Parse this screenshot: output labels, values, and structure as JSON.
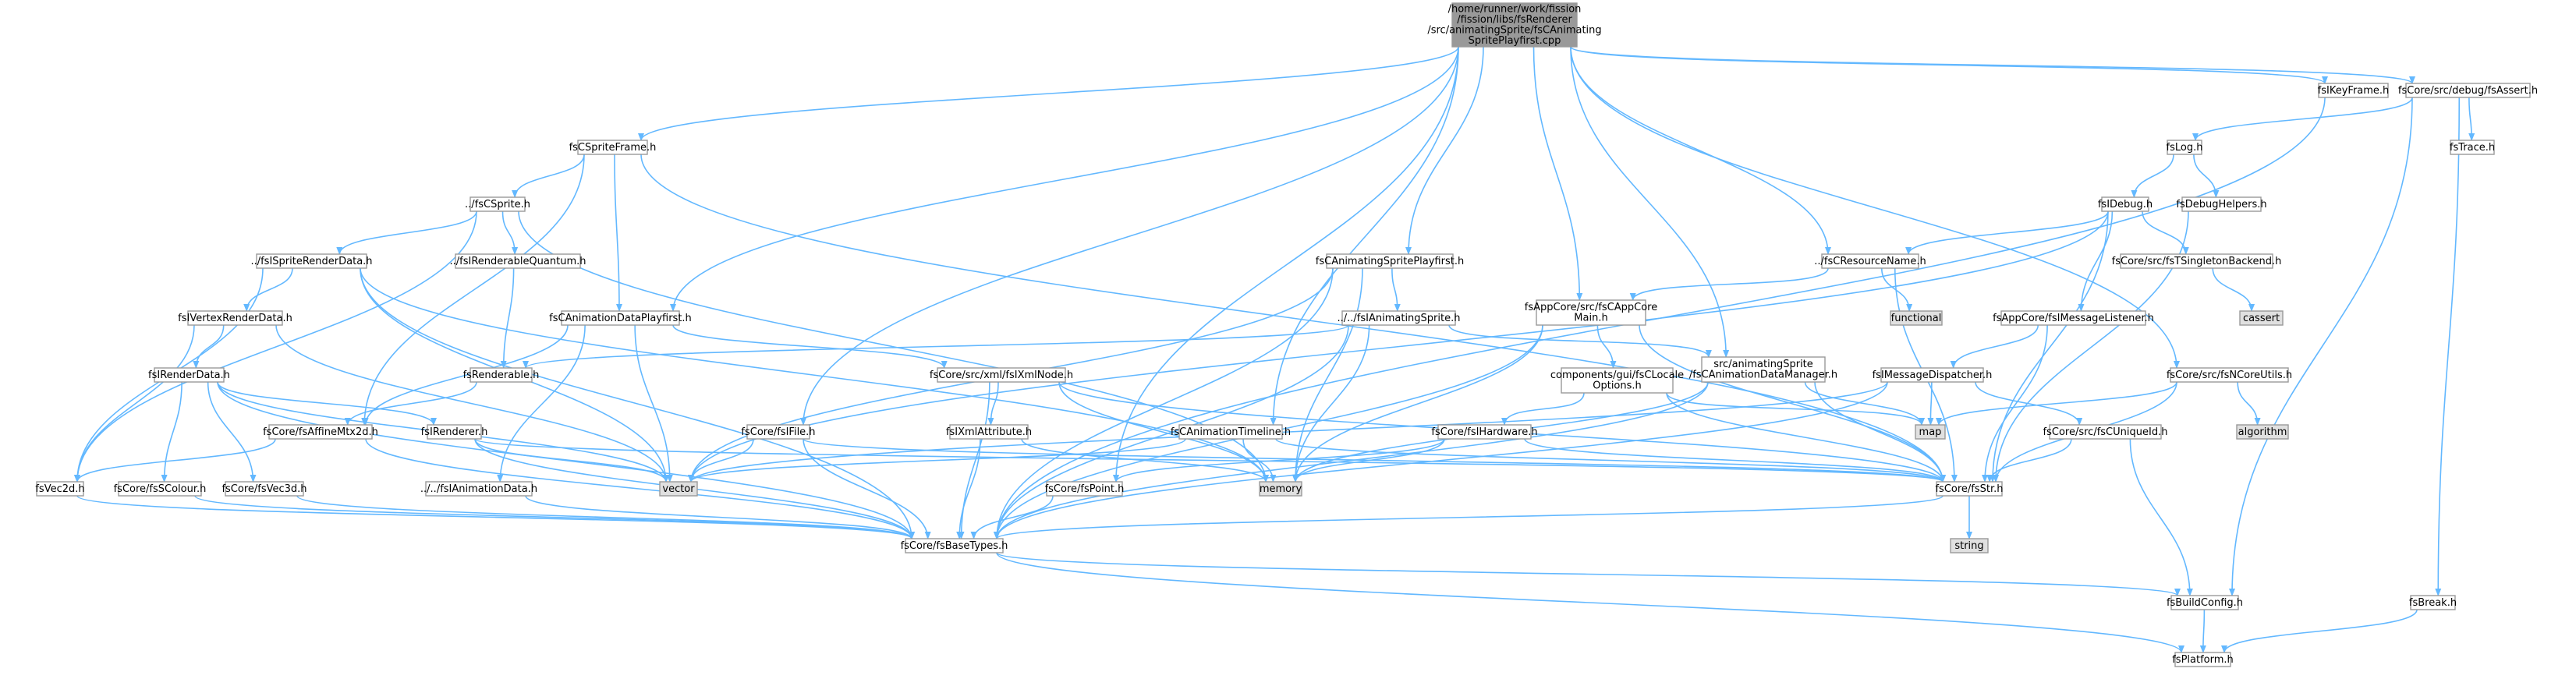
{
  "diagram": {
    "type": "include-dependency-graph",
    "colors": {
      "root_fill": "#999999",
      "root_border": "#666666",
      "node_fill": "#ffffff",
      "node_border": "#999999",
      "system_fill": "#e0e0e0",
      "edge": "#63b8ff"
    },
    "nodes": [
      {
        "id": "root",
        "kind": "root",
        "lines": [
          "/home/runner/work/fission",
          "/fission/libs/fsRenderer",
          "/src/animatingSprite/fsCAnimating",
          "SpritePlayfirst.cpp"
        ]
      },
      {
        "id": "fsCSpriteFrame",
        "kind": "file",
        "lines": [
          "fsCSpriteFrame.h"
        ]
      },
      {
        "id": "fsCSprite",
        "kind": "file",
        "lines": [
          "../fsCSprite.h"
        ]
      },
      {
        "id": "fsISpriteRenderData",
        "kind": "file",
        "lines": [
          "../fsISpriteRenderData.h"
        ]
      },
      {
        "id": "fsIRenderableQuantum",
        "kind": "file",
        "lines": [
          "../fsIRenderableQuantum.h"
        ]
      },
      {
        "id": "fsIVertexRenderData",
        "kind": "file",
        "lines": [
          "fsIVertexRenderData.h"
        ]
      },
      {
        "id": "fsIRenderData",
        "kind": "file",
        "lines": [
          "fsIRenderData.h"
        ]
      },
      {
        "id": "fsCAnimationDataPlayfirst",
        "kind": "file",
        "lines": [
          "fsCAnimationDataPlayfirst.h"
        ]
      },
      {
        "id": "fsRenderable",
        "kind": "file",
        "lines": [
          "fsRenderable.h"
        ]
      },
      {
        "id": "fsAffineMtx2d",
        "kind": "file",
        "lines": [
          "fsCore/fsAffineMtx2d.h"
        ]
      },
      {
        "id": "fsIRenderer",
        "kind": "file",
        "lines": [
          "fsIRenderer.h"
        ]
      },
      {
        "id": "fsIAnimationData",
        "kind": "file",
        "lines": [
          "../../fsIAnimationData.h"
        ]
      },
      {
        "id": "fsVec2d",
        "kind": "file",
        "lines": [
          "fsVec2d.h"
        ]
      },
      {
        "id": "fsSColour",
        "kind": "file",
        "lines": [
          "fsCore/fsSColour.h"
        ]
      },
      {
        "id": "fsVec3d",
        "kind": "file",
        "lines": [
          "fsCore/fsVec3d.h"
        ]
      },
      {
        "id": "vector",
        "kind": "system",
        "lines": [
          "vector"
        ]
      },
      {
        "id": "fsCAnimatingSpritePlayfirst",
        "kind": "file",
        "lines": [
          "fsCAnimatingSpritePlayfirst.h"
        ]
      },
      {
        "id": "fsIAnimatingSprite",
        "kind": "file",
        "lines": [
          "../../fsIAnimatingSprite.h"
        ]
      },
      {
        "id": "fsIXmlNode",
        "kind": "file",
        "lines": [
          "fsCore/src/xml/fsIXmlNode.h"
        ]
      },
      {
        "id": "fsIFile",
        "kind": "file",
        "lines": [
          "fsCore/fsIFile.h"
        ]
      },
      {
        "id": "fsIXmlAttribute",
        "kind": "file",
        "lines": [
          "fsIXmlAttribute.h"
        ]
      },
      {
        "id": "fsPoint",
        "kind": "file",
        "lines": [
          "fsCore/fsPoint.h"
        ]
      },
      {
        "id": "fsCAnimationTimeline",
        "kind": "file",
        "lines": [
          "fsCAnimationTimeline.h"
        ]
      },
      {
        "id": "memory",
        "kind": "system",
        "lines": [
          "memory"
        ]
      },
      {
        "id": "fsCAppCoreMain",
        "kind": "file",
        "lines": [
          "fsAppCore/src/fsCAppCore",
          "Main.h"
        ]
      },
      {
        "id": "fsCLocaleOptions",
        "kind": "file",
        "lines": [
          "components/gui/fsCLocale",
          "Options.h"
        ]
      },
      {
        "id": "fsIHardware",
        "kind": "file",
        "lines": [
          "fsCore/fsIHardware.h"
        ]
      },
      {
        "id": "fsCAnimationDataManager",
        "kind": "file",
        "lines": [
          "src/animatingSprite",
          "/fsCAnimationDataManager.h"
        ]
      },
      {
        "id": "fsCResourceName",
        "kind": "file",
        "lines": [
          "../fsCResourceName.h"
        ]
      },
      {
        "id": "functional",
        "kind": "system",
        "lines": [
          "functional"
        ]
      },
      {
        "id": "fsIMessageDispatcher",
        "kind": "file",
        "lines": [
          "fsIMessageDispatcher.h"
        ]
      },
      {
        "id": "map",
        "kind": "system",
        "lines": [
          "map"
        ]
      },
      {
        "id": "fsCUniqueId",
        "kind": "file",
        "lines": [
          "fsCore/src/fsCUniqueId.h"
        ]
      },
      {
        "id": "fsStr",
        "kind": "file",
        "lines": [
          "fsCore/fsStr.h"
        ]
      },
      {
        "id": "string",
        "kind": "system",
        "lines": [
          "string"
        ]
      },
      {
        "id": "fsBaseTypes",
        "kind": "file",
        "lines": [
          "fsCore/fsBaseTypes.h"
        ]
      },
      {
        "id": "fsBuildConfig",
        "kind": "file",
        "lines": [
          "fsBuildConfig.h"
        ]
      },
      {
        "id": "fsPlatform",
        "kind": "file",
        "lines": [
          "fsPlatform.h"
        ]
      },
      {
        "id": "fsBreak",
        "kind": "file",
        "lines": [
          "fsBreak.h"
        ]
      },
      {
        "id": "fsIDebug",
        "kind": "file",
        "lines": [
          "fsIDebug.h"
        ]
      },
      {
        "id": "fsLog",
        "kind": "file",
        "lines": [
          "fsLog.h"
        ]
      },
      {
        "id": "fsDebugHelpers",
        "kind": "file",
        "lines": [
          "fsDebugHelpers.h"
        ]
      },
      {
        "id": "fsTSingletonBackend",
        "kind": "file",
        "lines": [
          "fsCore/src/fsTSingletonBackend.h"
        ]
      },
      {
        "id": "cassert",
        "kind": "system",
        "lines": [
          "cassert"
        ]
      },
      {
        "id": "fsIMessageListener",
        "kind": "file",
        "lines": [
          "fsAppCore/fsIMessageListener.h"
        ]
      },
      {
        "id": "fsNCoreUtils",
        "kind": "file",
        "lines": [
          "fsCore/src/fsNCoreUtils.h"
        ]
      },
      {
        "id": "algorithm",
        "kind": "system",
        "lines": [
          "algorithm"
        ]
      },
      {
        "id": "fsIKeyFrame",
        "kind": "file",
        "lines": [
          "fsIKeyFrame.h"
        ]
      },
      {
        "id": "fsAssert",
        "kind": "file",
        "lines": [
          "fsCore/src/debug/fsAssert.h"
        ]
      },
      {
        "id": "fsTrace",
        "kind": "file",
        "lines": [
          "fsTrace.h"
        ]
      }
    ],
    "edges": [
      [
        "root",
        "fsCSpriteFrame"
      ],
      [
        "root",
        "fsCAnimationDataPlayfirst"
      ],
      [
        "root",
        "fsCAnimatingSpritePlayfirst"
      ],
      [
        "root",
        "fsIFile"
      ],
      [
        "root",
        "fsPoint"
      ],
      [
        "root",
        "fsCAnimationTimeline"
      ],
      [
        "root",
        "fsCAppCoreMain"
      ],
      [
        "root",
        "fsCAnimationDataManager"
      ],
      [
        "root",
        "fsCResourceName"
      ],
      [
        "root",
        "fsNCoreUtils"
      ],
      [
        "root",
        "fsIKeyFrame"
      ],
      [
        "root",
        "fsAssert"
      ],
      [
        "fsCSpriteFrame",
        "fsCSprite"
      ],
      [
        "fsCSpriteFrame",
        "fsCAnimationDataPlayfirst"
      ],
      [
        "fsCSpriteFrame",
        "fsAffineMtx2d"
      ],
      [
        "fsCSpriteFrame",
        "fsStr"
      ],
      [
        "fsCSprite",
        "fsISpriteRenderData"
      ],
      [
        "fsCSprite",
        "fsIRenderableQuantum"
      ],
      [
        "fsCSprite",
        "fsVec2d"
      ],
      [
        "fsCSprite",
        "memory"
      ],
      [
        "fsISpriteRenderData",
        "fsIVertexRenderData"
      ],
      [
        "fsISpriteRenderData",
        "fsVec2d"
      ],
      [
        "fsISpriteRenderData",
        "vector"
      ],
      [
        "fsISpriteRenderData",
        "memory"
      ],
      [
        "fsISpriteRenderData",
        "fsBaseTypes"
      ],
      [
        "fsIRenderableQuantum",
        "fsRenderable"
      ],
      [
        "fsIVertexRenderData",
        "fsIRenderData"
      ],
      [
        "fsIVertexRenderData",
        "fsVec2d"
      ],
      [
        "fsIVertexRenderData",
        "vector"
      ],
      [
        "fsIRenderData",
        "fsIRenderer"
      ],
      [
        "fsIRenderData",
        "fsSColour"
      ],
      [
        "fsIRenderData",
        "fsVec3d"
      ],
      [
        "fsIRenderData",
        "vector"
      ],
      [
        "fsIRenderData",
        "fsBaseTypes"
      ],
      [
        "fsCAnimationDataPlayfirst",
        "fsAffineMtx2d"
      ],
      [
        "fsCAnimationDataPlayfirst",
        "fsIAnimationData"
      ],
      [
        "fsCAnimationDataPlayfirst",
        "fsIXmlNode"
      ],
      [
        "fsCAnimationDataPlayfirst",
        "vector"
      ],
      [
        "fsRenderable",
        "fsAffineMtx2d"
      ],
      [
        "fsAffineMtx2d",
        "fsVec2d"
      ],
      [
        "fsAffineMtx2d",
        "fsBaseTypes"
      ],
      [
        "fsIRenderer",
        "vector"
      ],
      [
        "fsIRenderer",
        "fsStr"
      ],
      [
        "fsIRenderer",
        "fsBaseTypes"
      ],
      [
        "fsIAnimationData",
        "fsBaseTypes"
      ],
      [
        "fsVec2d",
        "fsBaseTypes"
      ],
      [
        "fsSColour",
        "fsBaseTypes"
      ],
      [
        "fsVec3d",
        "fsBaseTypes"
      ],
      [
        "fsCAnimatingSpritePlayfirst",
        "fsIAnimatingSprite"
      ],
      [
        "fsCAnimatingSpritePlayfirst",
        "vector"
      ],
      [
        "fsCAnimatingSpritePlayfirst",
        "memory"
      ],
      [
        "fsCAnimatingSpritePlayfirst",
        "fsBaseTypes"
      ],
      [
        "fsIAnimatingSprite",
        "fsRenderable"
      ],
      [
        "fsIAnimatingSprite",
        "fsCAnimationDataManager"
      ],
      [
        "fsIAnimatingSprite",
        "memory"
      ],
      [
        "fsIAnimatingSprite",
        "fsBaseTypes"
      ],
      [
        "fsIXmlNode",
        "fsIXmlAttribute"
      ],
      [
        "fsIXmlNode",
        "memory"
      ],
      [
        "fsIXmlNode",
        "fsStr"
      ],
      [
        "fsIXmlNode",
        "fsBaseTypes"
      ],
      [
        "fsIFile",
        "vector"
      ],
      [
        "fsIFile",
        "fsStr"
      ],
      [
        "fsIFile",
        "fsBaseTypes"
      ],
      [
        "fsIXmlAttribute",
        "memory"
      ],
      [
        "fsIXmlAttribute",
        "fsBaseTypes"
      ],
      [
        "fsPoint",
        "fsBaseTypes"
      ],
      [
        "fsCAnimationTimeline",
        "vector"
      ],
      [
        "fsCAnimationTimeline",
        "memory"
      ],
      [
        "fsCAnimationTimeline",
        "fsStr"
      ],
      [
        "fsCAppCoreMain",
        "fsCLocaleOptions"
      ],
      [
        "fsCAppCoreMain",
        "memory"
      ],
      [
        "fsCAppCoreMain",
        "fsStr"
      ],
      [
        "fsCAppCoreMain",
        "fsBaseTypes"
      ],
      [
        "fsCLocaleOptions",
        "fsIHardware"
      ],
      [
        "fsCLocaleOptions",
        "map"
      ],
      [
        "fsCLocaleOptions",
        "fsStr"
      ],
      [
        "fsIHardware",
        "fsPoint"
      ],
      [
        "fsIHardware",
        "memory"
      ],
      [
        "fsIHardware",
        "fsStr"
      ],
      [
        "fsCAnimationDataManager",
        "map"
      ],
      [
        "fsCAnimationDataManager",
        "memory"
      ],
      [
        "fsCAnimationDataManager",
        "fsStr"
      ],
      [
        "fsCAnimationDataManager",
        "fsBaseTypes"
      ],
      [
        "fsCResourceName",
        "fsCAppCoreMain"
      ],
      [
        "fsCResourceName",
        "functional"
      ],
      [
        "fsCResourceName",
        "fsStr"
      ],
      [
        "fsIMessageDispatcher",
        "fsCUniqueId"
      ],
      [
        "fsIMessageDispatcher",
        "map"
      ],
      [
        "fsIMessageDispatcher",
        "vector"
      ],
      [
        "fsIMessageDispatcher",
        "fsBaseTypes"
      ],
      [
        "fsCUniqueId",
        "fsStr"
      ],
      [
        "fsCUniqueId",
        "fsBuildConfig"
      ],
      [
        "fsStr",
        "string"
      ],
      [
        "fsStr",
        "fsBaseTypes"
      ],
      [
        "fsBaseTypes",
        "fsBuildConfig"
      ],
      [
        "fsBaseTypes",
        "fsPlatform"
      ],
      [
        "fsBuildConfig",
        "fsPlatform"
      ],
      [
        "fsBreak",
        "fsPlatform"
      ],
      [
        "fsIDebug",
        "fsCResourceName"
      ],
      [
        "fsIDebug",
        "fsTSingletonBackend"
      ],
      [
        "fsIDebug",
        "fsIMessageListener"
      ],
      [
        "fsIDebug",
        "vector"
      ],
      [
        "fsIDebug",
        "fsStr"
      ],
      [
        "fsLog",
        "fsIDebug"
      ],
      [
        "fsLog",
        "fsDebugHelpers"
      ],
      [
        "fsDebugHelpers",
        "fsStr"
      ],
      [
        "fsTSingletonBackend",
        "cassert"
      ],
      [
        "fsIMessageListener",
        "fsIMessageDispatcher"
      ],
      [
        "fsIMessageListener",
        "fsStr"
      ],
      [
        "fsNCoreUtils",
        "map"
      ],
      [
        "fsNCoreUtils",
        "algorithm"
      ],
      [
        "fsNCoreUtils",
        "fsStr"
      ],
      [
        "fsIKeyFrame",
        "fsBaseTypes"
      ],
      [
        "fsAssert",
        "fsLog"
      ],
      [
        "fsAssert",
        "fsTrace"
      ],
      [
        "fsAssert",
        "fsBuildConfig"
      ],
      [
        "fsAssert",
        "fsBreak"
      ]
    ]
  }
}
